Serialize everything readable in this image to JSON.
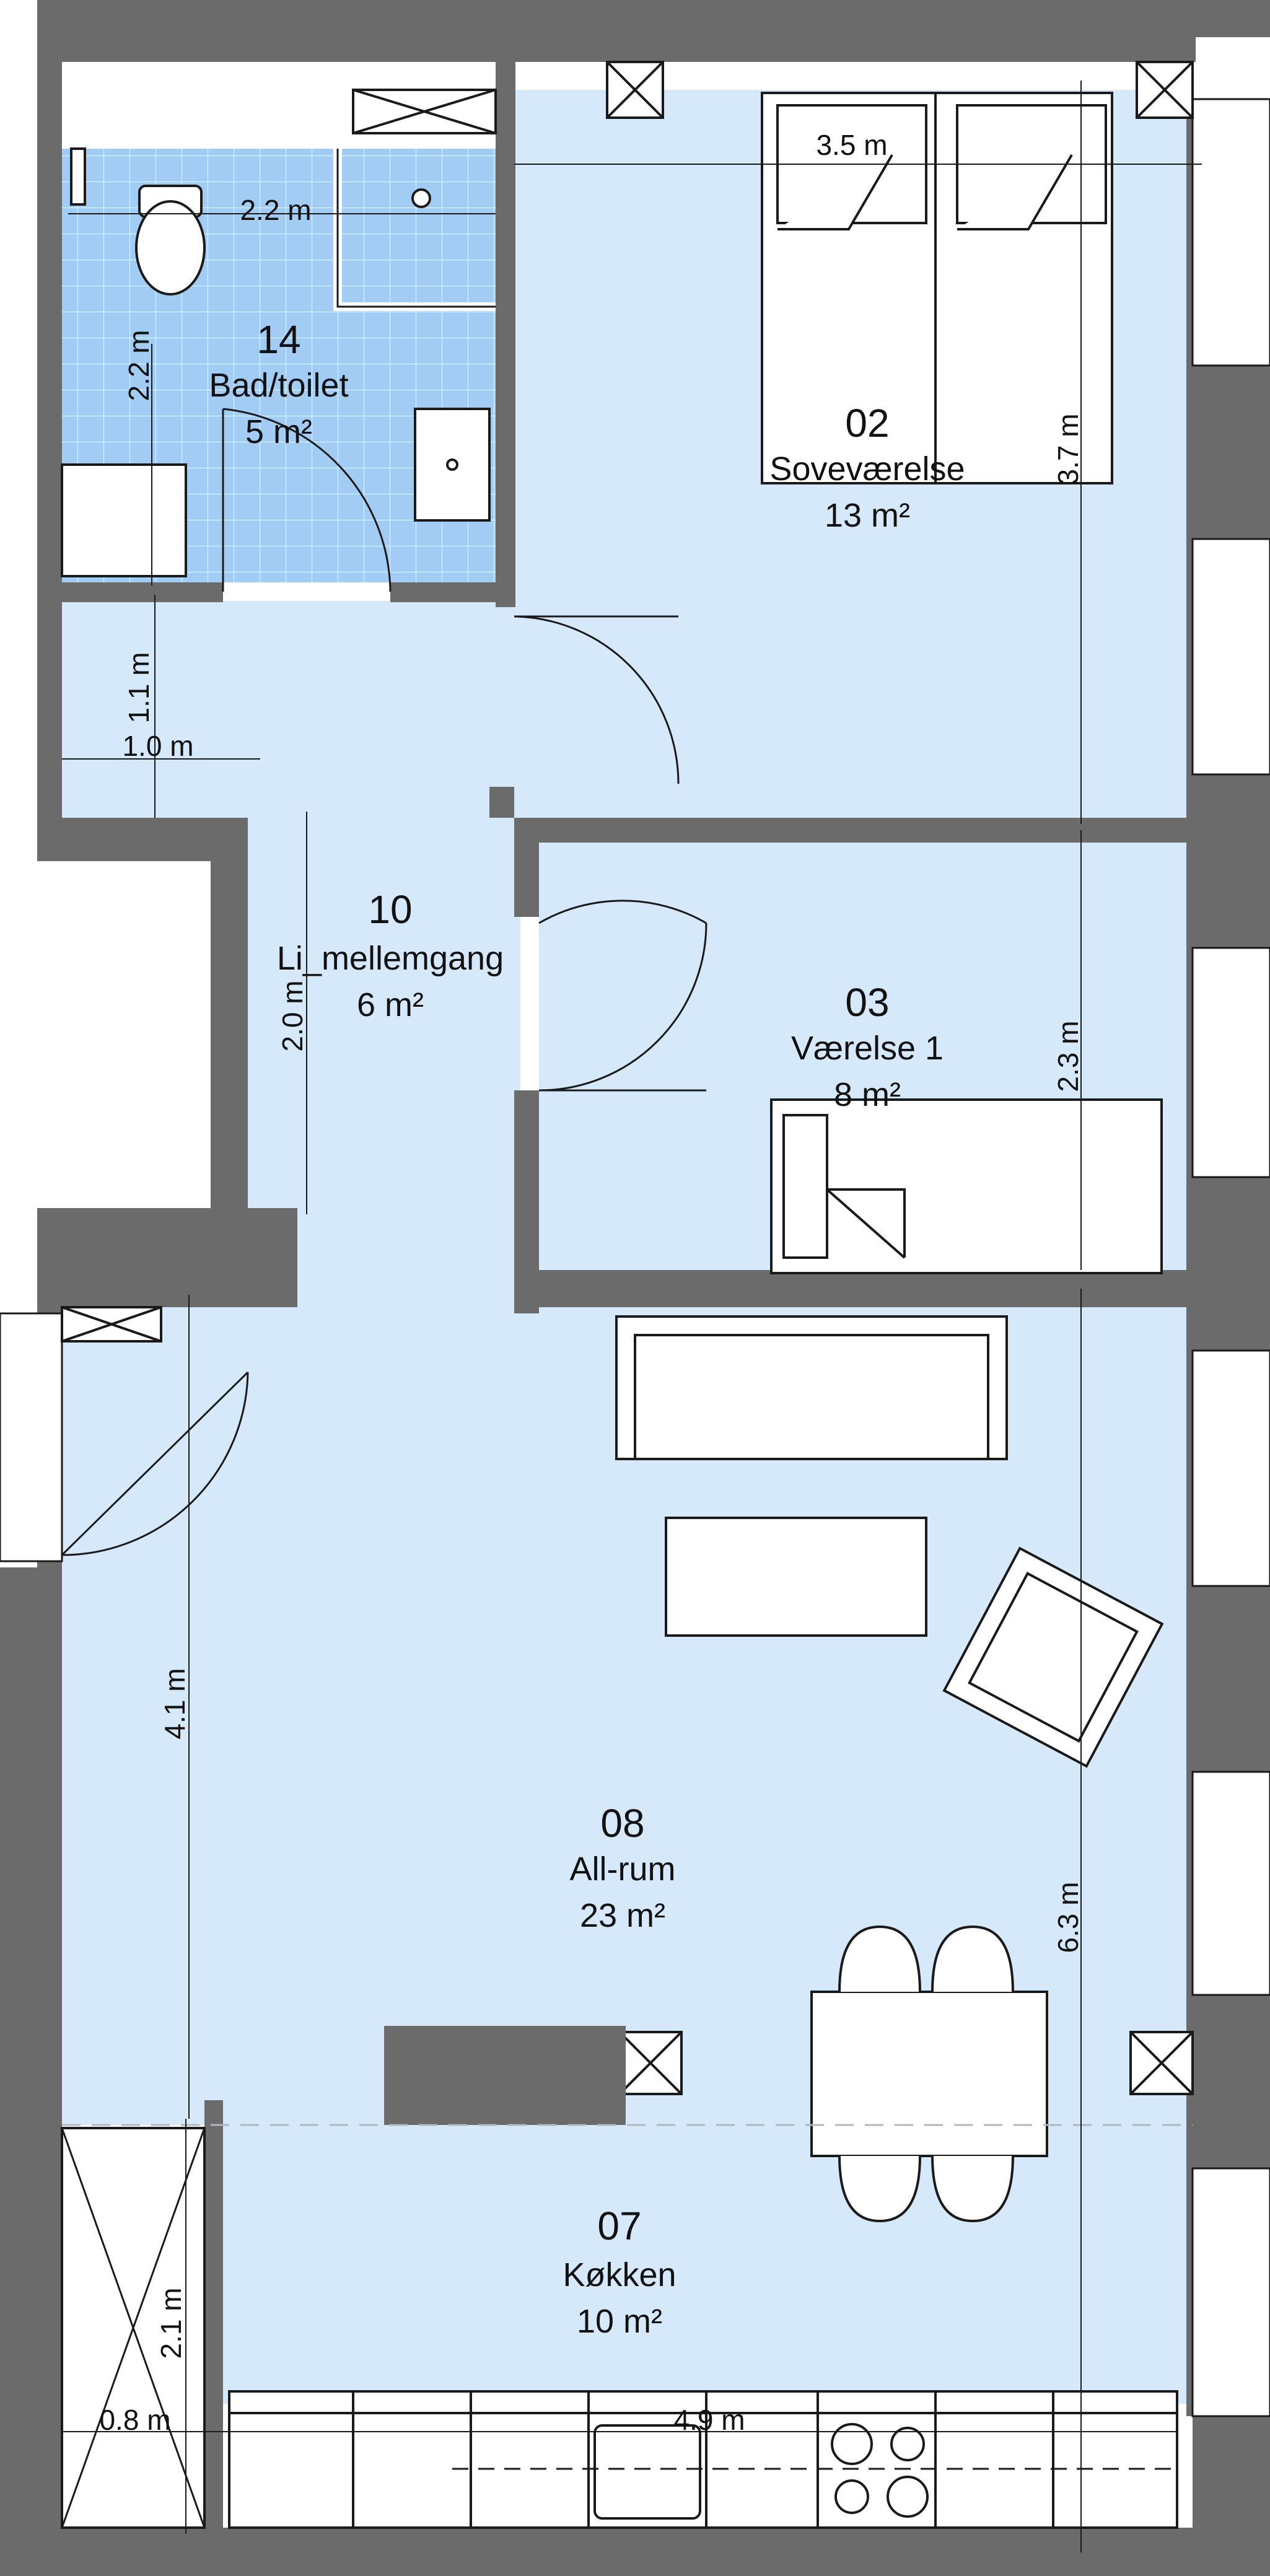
{
  "rooms": {
    "bath": {
      "number": "14",
      "name": "Bad/toilet",
      "area": "5 m²"
    },
    "bedroom": {
      "number": "02",
      "name": "Soveværelse",
      "area": "13 m²"
    },
    "hall": {
      "number": "10",
      "name": "Li_mellemgang",
      "area": "6 m²"
    },
    "room1": {
      "number": "03",
      "name": "Værelse 1",
      "area": "8 m²"
    },
    "living": {
      "number": "08",
      "name": "All-rum",
      "area": "23 m²"
    },
    "kitchen": {
      "number": "07",
      "name": "Køkken",
      "area": "10 m²"
    }
  },
  "dimensions": {
    "bed_width": "3.5 m",
    "bath_width": "2.2 m",
    "bath_depth": "2.2 m",
    "bed_height": "3.7 m",
    "hall_top_height": "1.1 m",
    "hall_top_width": "1.0 m",
    "hall_height": "2.0 m",
    "room1_height": "2.3 m",
    "living_left": "4.1 m",
    "living_right": "6.3 m",
    "storage_height": "2.1 m",
    "storage_width": "0.8 m",
    "kitchen_width": "4.9 m"
  },
  "colors": {
    "wall": "#6b6b6b",
    "floor": "#d6e9fb",
    "bath_tile": "#a3ccf4",
    "line": "#1a1a1a"
  }
}
